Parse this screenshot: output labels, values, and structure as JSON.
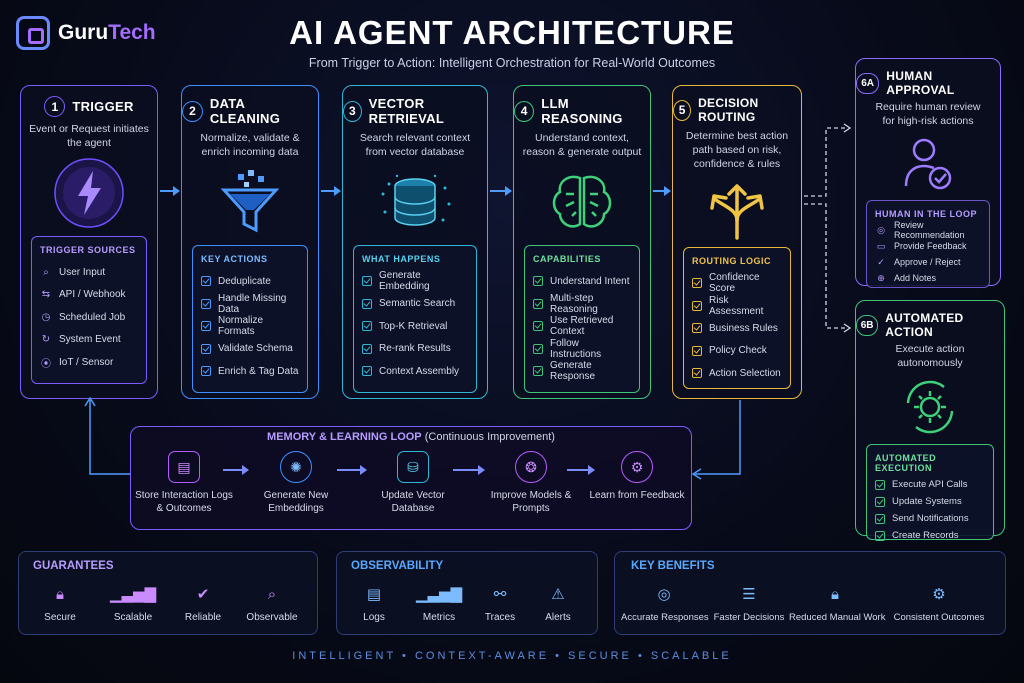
{
  "logo": {
    "part1": "Guru",
    "part2": "Tech"
  },
  "title": "AI AGENT ARCHITECTURE",
  "subtitle": "From Trigger to Action: Intelligent Orchestration for Real-World Outcomes",
  "steps": [
    {
      "num": "1",
      "title": "TRIGGER",
      "desc": "Event or Request initiates the agent",
      "inner_title": "TRIGGER SOURCES",
      "items": [
        "User Input",
        "API / Webhook",
        "Scheduled Job",
        "System Event",
        "IoT / Sensor"
      ]
    },
    {
      "num": "2",
      "title": "DATA CLEANING",
      "desc": "Normalize, validate & enrich incoming data",
      "inner_title": "KEY ACTIONS",
      "items": [
        "Deduplicate",
        "Handle Missing Data",
        "Normalize Formats",
        "Validate Schema",
        "Enrich & Tag Data"
      ]
    },
    {
      "num": "3",
      "title": "VECTOR RETRIEVAL",
      "desc": "Search relevant context from vector database",
      "inner_title": "WHAT HAPPENS",
      "items": [
        "Generate Embedding",
        "Semantic Search",
        "Top-K Retrieval",
        "Re-rank Results",
        "Context Assembly"
      ]
    },
    {
      "num": "4",
      "title": "LLM REASONING",
      "desc": "Understand context, reason & generate output",
      "inner_title": "CAPABILITIES",
      "items": [
        "Understand Intent",
        "Multi-step Reasoning",
        "Use Retrieved Context",
        "Follow Instructions",
        "Generate Response"
      ]
    },
    {
      "num": "5",
      "title": "DECISION ROUTING",
      "desc": "Determine best action path based on risk, confidence & rules",
      "inner_title": "ROUTING LOGIC",
      "items": [
        "Confidence Score",
        "Risk Assessment",
        "Business Rules",
        "Policy Check",
        "Action Selection"
      ]
    }
  ],
  "human": {
    "num": "6A",
    "title": "HUMAN APPROVAL",
    "desc": "Require human review for high-risk actions",
    "inner_title": "HUMAN IN THE LOOP",
    "items": [
      "Review Recommendation",
      "Provide Feedback",
      "Approve / Reject",
      "Add Notes"
    ]
  },
  "auto": {
    "num": "6B",
    "title": "AUTOMATED ACTION",
    "desc": "Execute action autonomously",
    "inner_title": "AUTOMATED EXECUTION",
    "items": [
      "Execute API Calls",
      "Update Systems",
      "Send Notifications",
      "Create Records"
    ]
  },
  "memory": {
    "title": "MEMORY & LEARNING LOOP",
    "title_note": "(Continuous Improvement)",
    "steps": [
      "Store Interaction Logs & Outcomes",
      "Generate New Embeddings",
      "Update Vector Database",
      "Improve Models & Prompts",
      "Learn from Feedback"
    ]
  },
  "guarantees": {
    "title": "GUARANTEES",
    "items": [
      "Secure",
      "Scalable",
      "Reliable",
      "Observable"
    ]
  },
  "observability": {
    "title": "OBSERVABILITY",
    "items": [
      "Logs",
      "Metrics",
      "Traces",
      "Alerts"
    ]
  },
  "benefits": {
    "title": "KEY BENEFITS",
    "items": [
      "Accurate Responses",
      "Faster Decisions",
      "Reduced Manual Work",
      "Consistent Outcomes"
    ]
  },
  "footer": "INTELLIGENT • CONTEXT-AWARE • SECURE • SCALABLE",
  "colors": {
    "purple": "#7b5cff",
    "blue": "#3d8fff",
    "teal": "#2fb8d6",
    "green": "#3fc47a",
    "yellow": "#e7b93a"
  }
}
